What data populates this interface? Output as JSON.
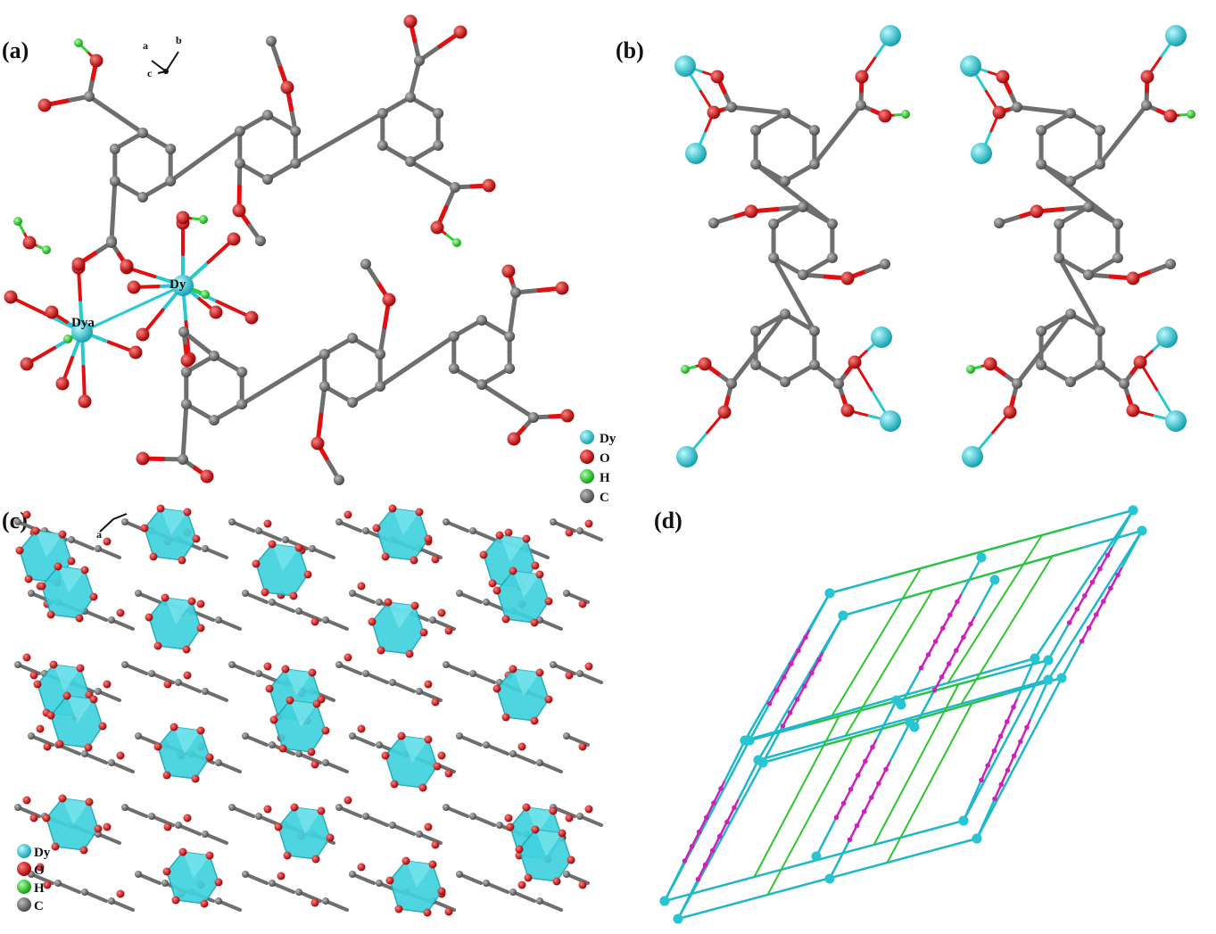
{
  "panels": {
    "a": {
      "label": "(a)",
      "dy_label": "Dy",
      "dya_label": "Dya",
      "axes": {
        "a": "a",
        "b": "b",
        "c": "c"
      }
    },
    "b": {
      "label": "(b)"
    },
    "c": {
      "label": "(c)",
      "axes": {
        "a": "a"
      }
    },
    "d": {
      "label": "(d)"
    }
  },
  "legend": [
    {
      "element": "Dy",
      "color": "#29c9d4"
    },
    {
      "element": "O",
      "color": "#e01010"
    },
    {
      "element": "H",
      "color": "#2ed12e"
    },
    {
      "element": "C",
      "color": "#6e6e6e"
    }
  ],
  "colors": {
    "carbon": "#6e6e6e",
    "oxygen": "#e01010",
    "hydrogen": "#2ed12e",
    "dysprosium": "#29c9d4",
    "net_cyan": "#1fb8c8",
    "net_magenta": "#cc22bb",
    "net_green": "#2ec52e"
  }
}
